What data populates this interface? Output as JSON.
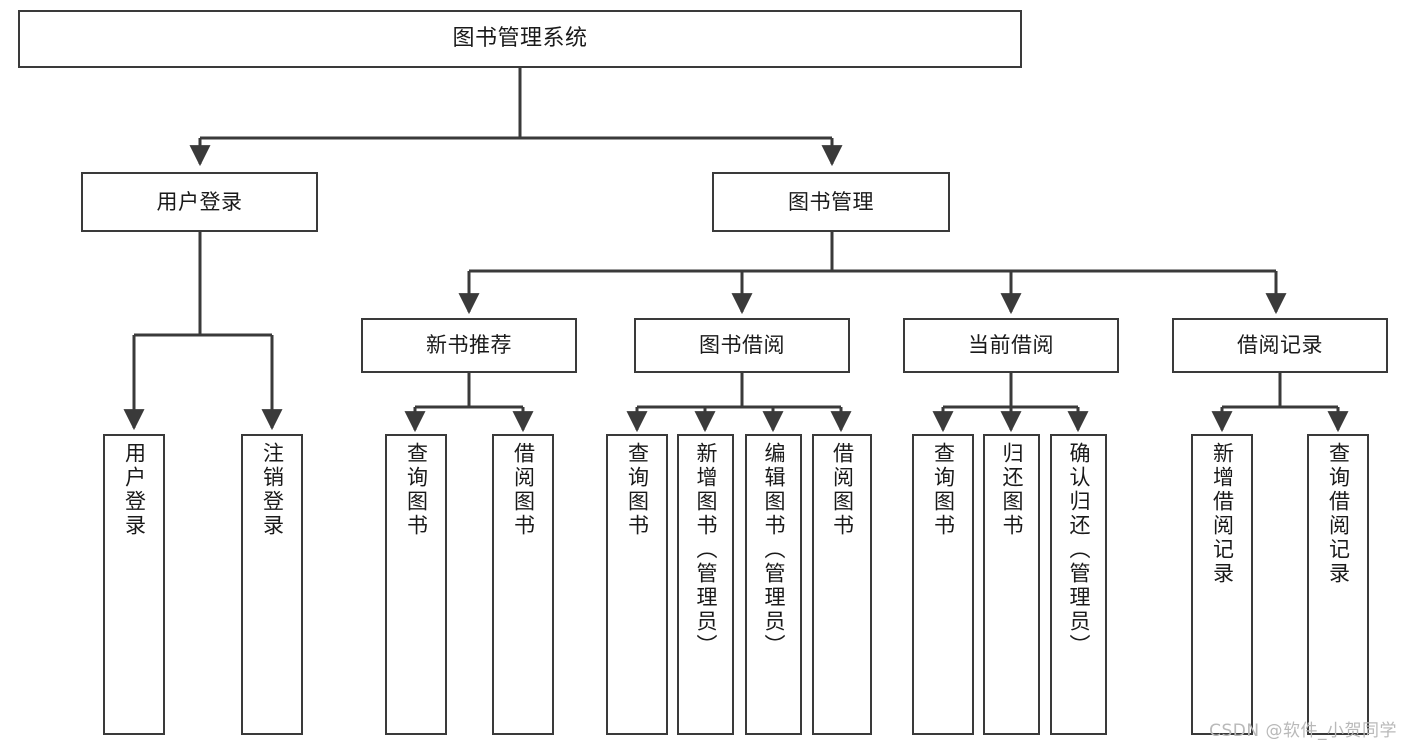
{
  "diagram": {
    "title": "图书管理系统",
    "type": "tree-hierarchy-diagram",
    "watermark": "CSDN @软件_小贺同学",
    "colors": {
      "box_border": "#3a3a3a",
      "box_fill": "#ffffff",
      "connector": "#3a3a3a",
      "text": "#1a1a1a",
      "watermark": "#b9b9b9",
      "background": "#ffffff"
    }
  },
  "root": {
    "label": "图书管理系统"
  },
  "level1": [
    {
      "label": "用户登录"
    },
    {
      "label": "图书管理"
    }
  ],
  "level2": [
    {
      "label": "新书推荐"
    },
    {
      "label": "图书借阅"
    },
    {
      "label": "当前借阅"
    },
    {
      "label": "借阅记录"
    }
  ],
  "leaves": {
    "user_login": [
      {
        "label": "用户登录"
      },
      {
        "label": "注销登录"
      }
    ],
    "new_book_recommend": [
      {
        "label": "查询图书"
      },
      {
        "label": "借阅图书"
      }
    ],
    "book_borrow": [
      {
        "label": "查询图书"
      },
      {
        "label": "新增图书（管理员）"
      },
      {
        "label": "编辑图书（管理员）"
      },
      {
        "label": "借阅图书"
      }
    ],
    "current_borrow": [
      {
        "label": "查询图书"
      },
      {
        "label": "归还图书"
      },
      {
        "label": "确认归还（管理员）"
      }
    ],
    "borrow_record": [
      {
        "label": "新增借阅记录"
      },
      {
        "label": "查询借阅记录"
      }
    ]
  }
}
